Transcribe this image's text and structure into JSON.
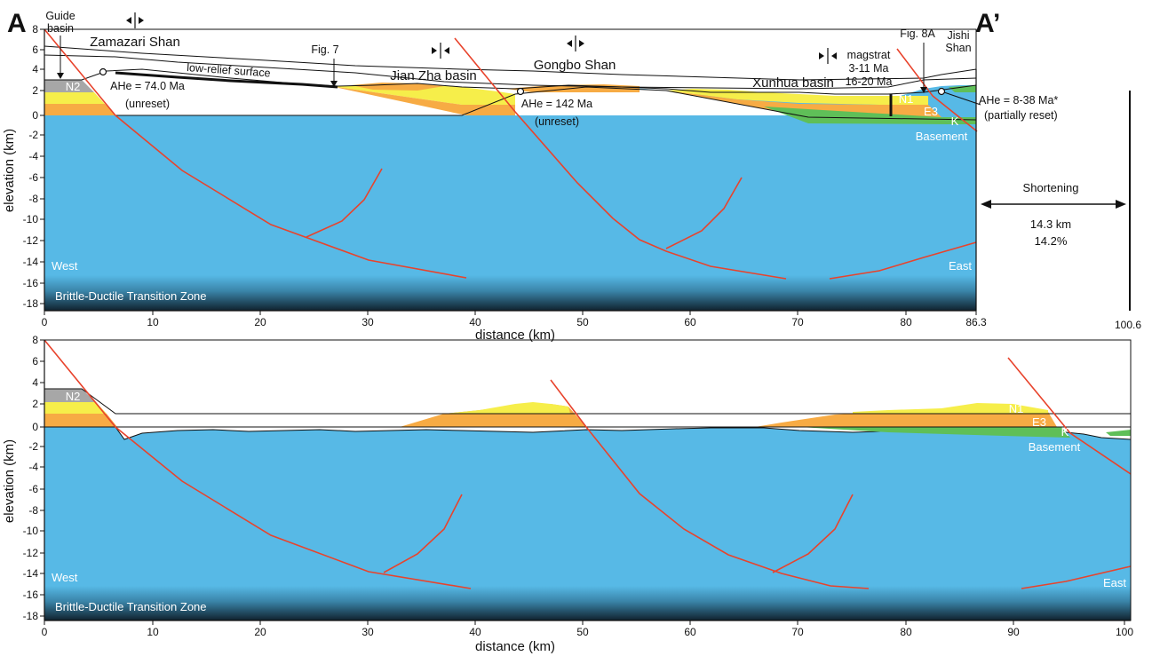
{
  "colors": {
    "basement": "#57b9e6",
    "eocene": "#f7ab44",
    "miocene": "#f6ee4a",
    "pliocene": "#a7a7a7",
    "cretaceous": "#5fbf58",
    "fault": "#e8432c",
    "zone_top": "#57b9e6",
    "zone_bottom": "#10222e"
  },
  "corner_labels": {
    "left": "A",
    "right": "A’"
  },
  "top": {
    "y_ticks": [
      "8",
      "6",
      "4",
      "2",
      "0",
      "-2",
      "-4",
      "-6",
      "-8",
      "-10",
      "-12",
      "-14",
      "-16",
      "-18"
    ],
    "x_ticks": [
      "0",
      "10",
      "20",
      "30",
      "40",
      "50",
      "60",
      "70",
      "80"
    ],
    "x_end_label": "86.3",
    "ylabel": "elevation (km)",
    "xlabel": "distance (km)",
    "west": "West",
    "east": "East",
    "zone": "Brittle-Ductile Transition Zone",
    "unit_N2": "N2",
    "unit_N1": "N1",
    "unit_E3": "E3",
    "unit_K": "K",
    "basement": "Basement",
    "guide_basin_1": "Guide",
    "guide_basin_2": "basin",
    "zamazari": "Zamazari Shan",
    "low_relief": "low-relief surface",
    "fig7": "Fig. 7",
    "jianzha": "Jian Zha basin",
    "gongbo": "Gongbo Shan",
    "xunhua": "Xunhua basin",
    "magstrat_1": "magstrat",
    "magstrat_2": "3-11 Ma",
    "magstrat_3": "16-20 Ma",
    "fig8a": "Fig. 8A",
    "jishi_1": "Jishi",
    "jishi_2": "Shan",
    "ahe1_1": "AHe = 74.0 Ma",
    "ahe1_2": "(unreset)",
    "ahe2_1": "AHe = 142 Ma",
    "ahe2_2": "(unreset)",
    "ahe3_1": "AHe = 8-38 Ma*",
    "ahe3_2": "(partially reset)",
    "shortening": "Shortening",
    "shortening_km": "14.3 km",
    "shortening_pct": "14.2%",
    "restored_length": "100.6"
  },
  "bottom": {
    "y_ticks": [
      "8",
      "6",
      "4",
      "2",
      "0",
      "-2",
      "-4",
      "-6",
      "-8",
      "-10",
      "-12",
      "-14",
      "-16",
      "-18"
    ],
    "x_ticks": [
      "0",
      "10",
      "20",
      "30",
      "40",
      "50",
      "60",
      "70",
      "80",
      "90",
      "100"
    ],
    "ylabel": "elevation (km)",
    "xlabel": "distance (km)",
    "west": "West",
    "east": "East",
    "zone": "Brittle-Ductile Transition Zone",
    "unit_N2": "N2",
    "unit_N1": "N1",
    "unit_E3": "E3",
    "unit_K": "K",
    "basement": "Basement"
  }
}
